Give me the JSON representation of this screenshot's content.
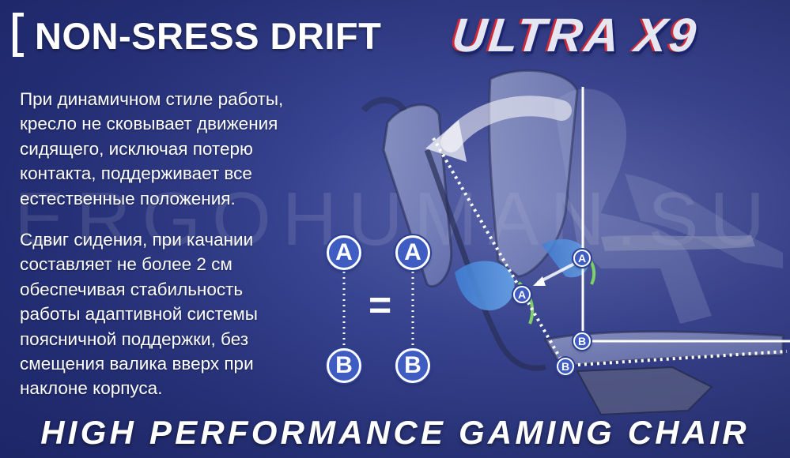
{
  "header": {
    "title": "NON-SRESS DRIFT"
  },
  "brand": {
    "logo_text": "ULTRA X9"
  },
  "watermark": "ERGOHUMAN.SU",
  "paragraph_1": {
    "lines": [
      "При динамичном стиле работы,",
      "кресло не сковывает движения",
      "сидящего, исключая потерю",
      "контакта, поддерживает все",
      "естественные положения."
    ]
  },
  "paragraph_2": {
    "lines": [
      "Сдвиг сидения, при качании",
      "составляет не более 2 см",
      "обеспечивая стабильность",
      "работы адаптивной системы",
      "поясничной поддержки, без",
      "смещения валика вверх при",
      "наклоне корпуса."
    ]
  },
  "diagram": {
    "label_a": "A",
    "label_b": "B",
    "equals": "="
  },
  "footer": {
    "tagline": "HIGH PERFORMANCE GAMING CHAIR"
  },
  "colors": {
    "background": "#2f3a88",
    "badge_fill": "#3f5cc2",
    "text": "#ffffff",
    "logo_red": "#d02a3a",
    "lumbar_blue": "#4a88d8",
    "lumbar_green": "#7ed06a"
  }
}
